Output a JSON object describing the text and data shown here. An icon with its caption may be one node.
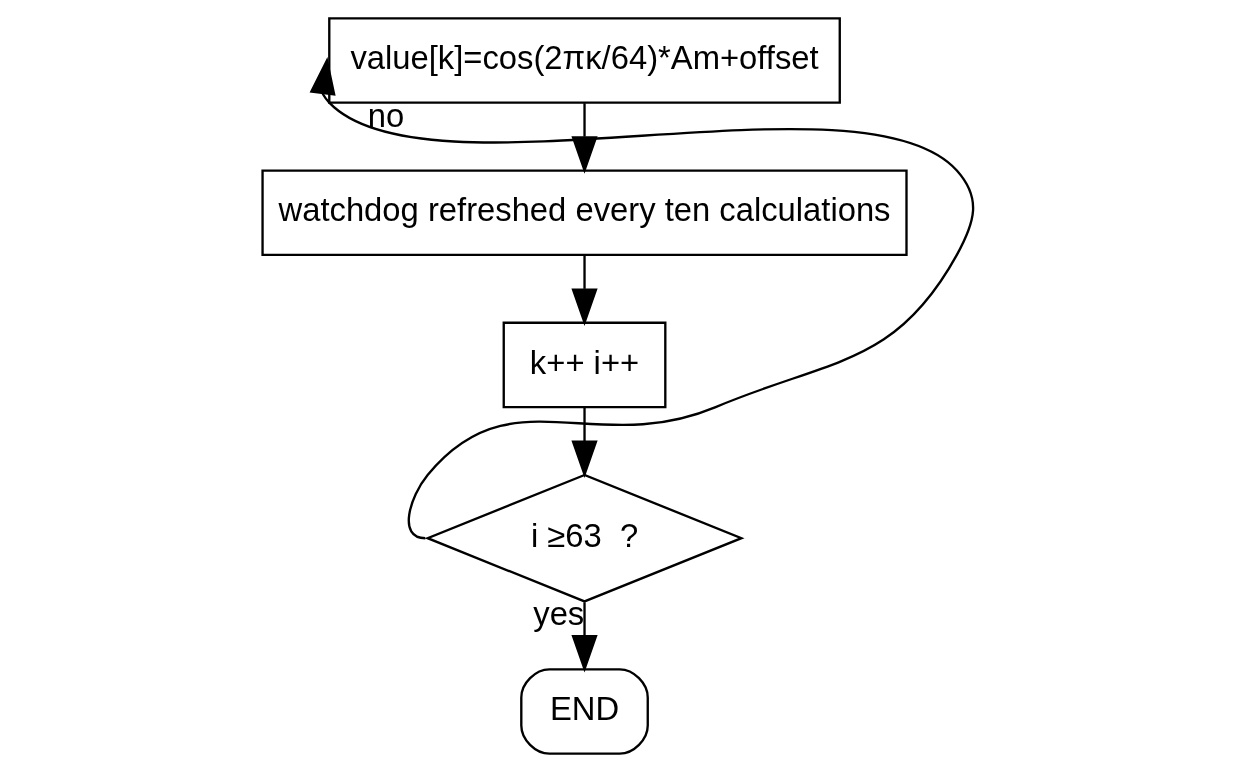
{
  "diagram": {
    "nodes": [
      {
        "text": [
          "value[k]=cos(2πκ/64)*Am+offset"
        ]
      },
      {
        "text": [
          "watchdog refreshed every ten calculations"
        ]
      },
      {
        "text": [
          "k++ i++"
        ]
      },
      {
        "text": [
          "i ≥63  ?"
        ]
      },
      {
        "text": [
          "END"
        ]
      }
    ],
    "edges": [
      {
        "from": 0,
        "to": 1,
        "arrow": "to"
      },
      {
        "from": 1,
        "to": 2,
        "arrow": "to"
      },
      {
        "from": 2,
        "to": 3,
        "arrow": "to"
      },
      {
        "from": 3,
        "to": 0,
        "arrow": "to",
        "label": "no"
      },
      {
        "from": 3,
        "to": 4,
        "arrow": "to",
        "label": "yes"
      }
    ]
  }
}
